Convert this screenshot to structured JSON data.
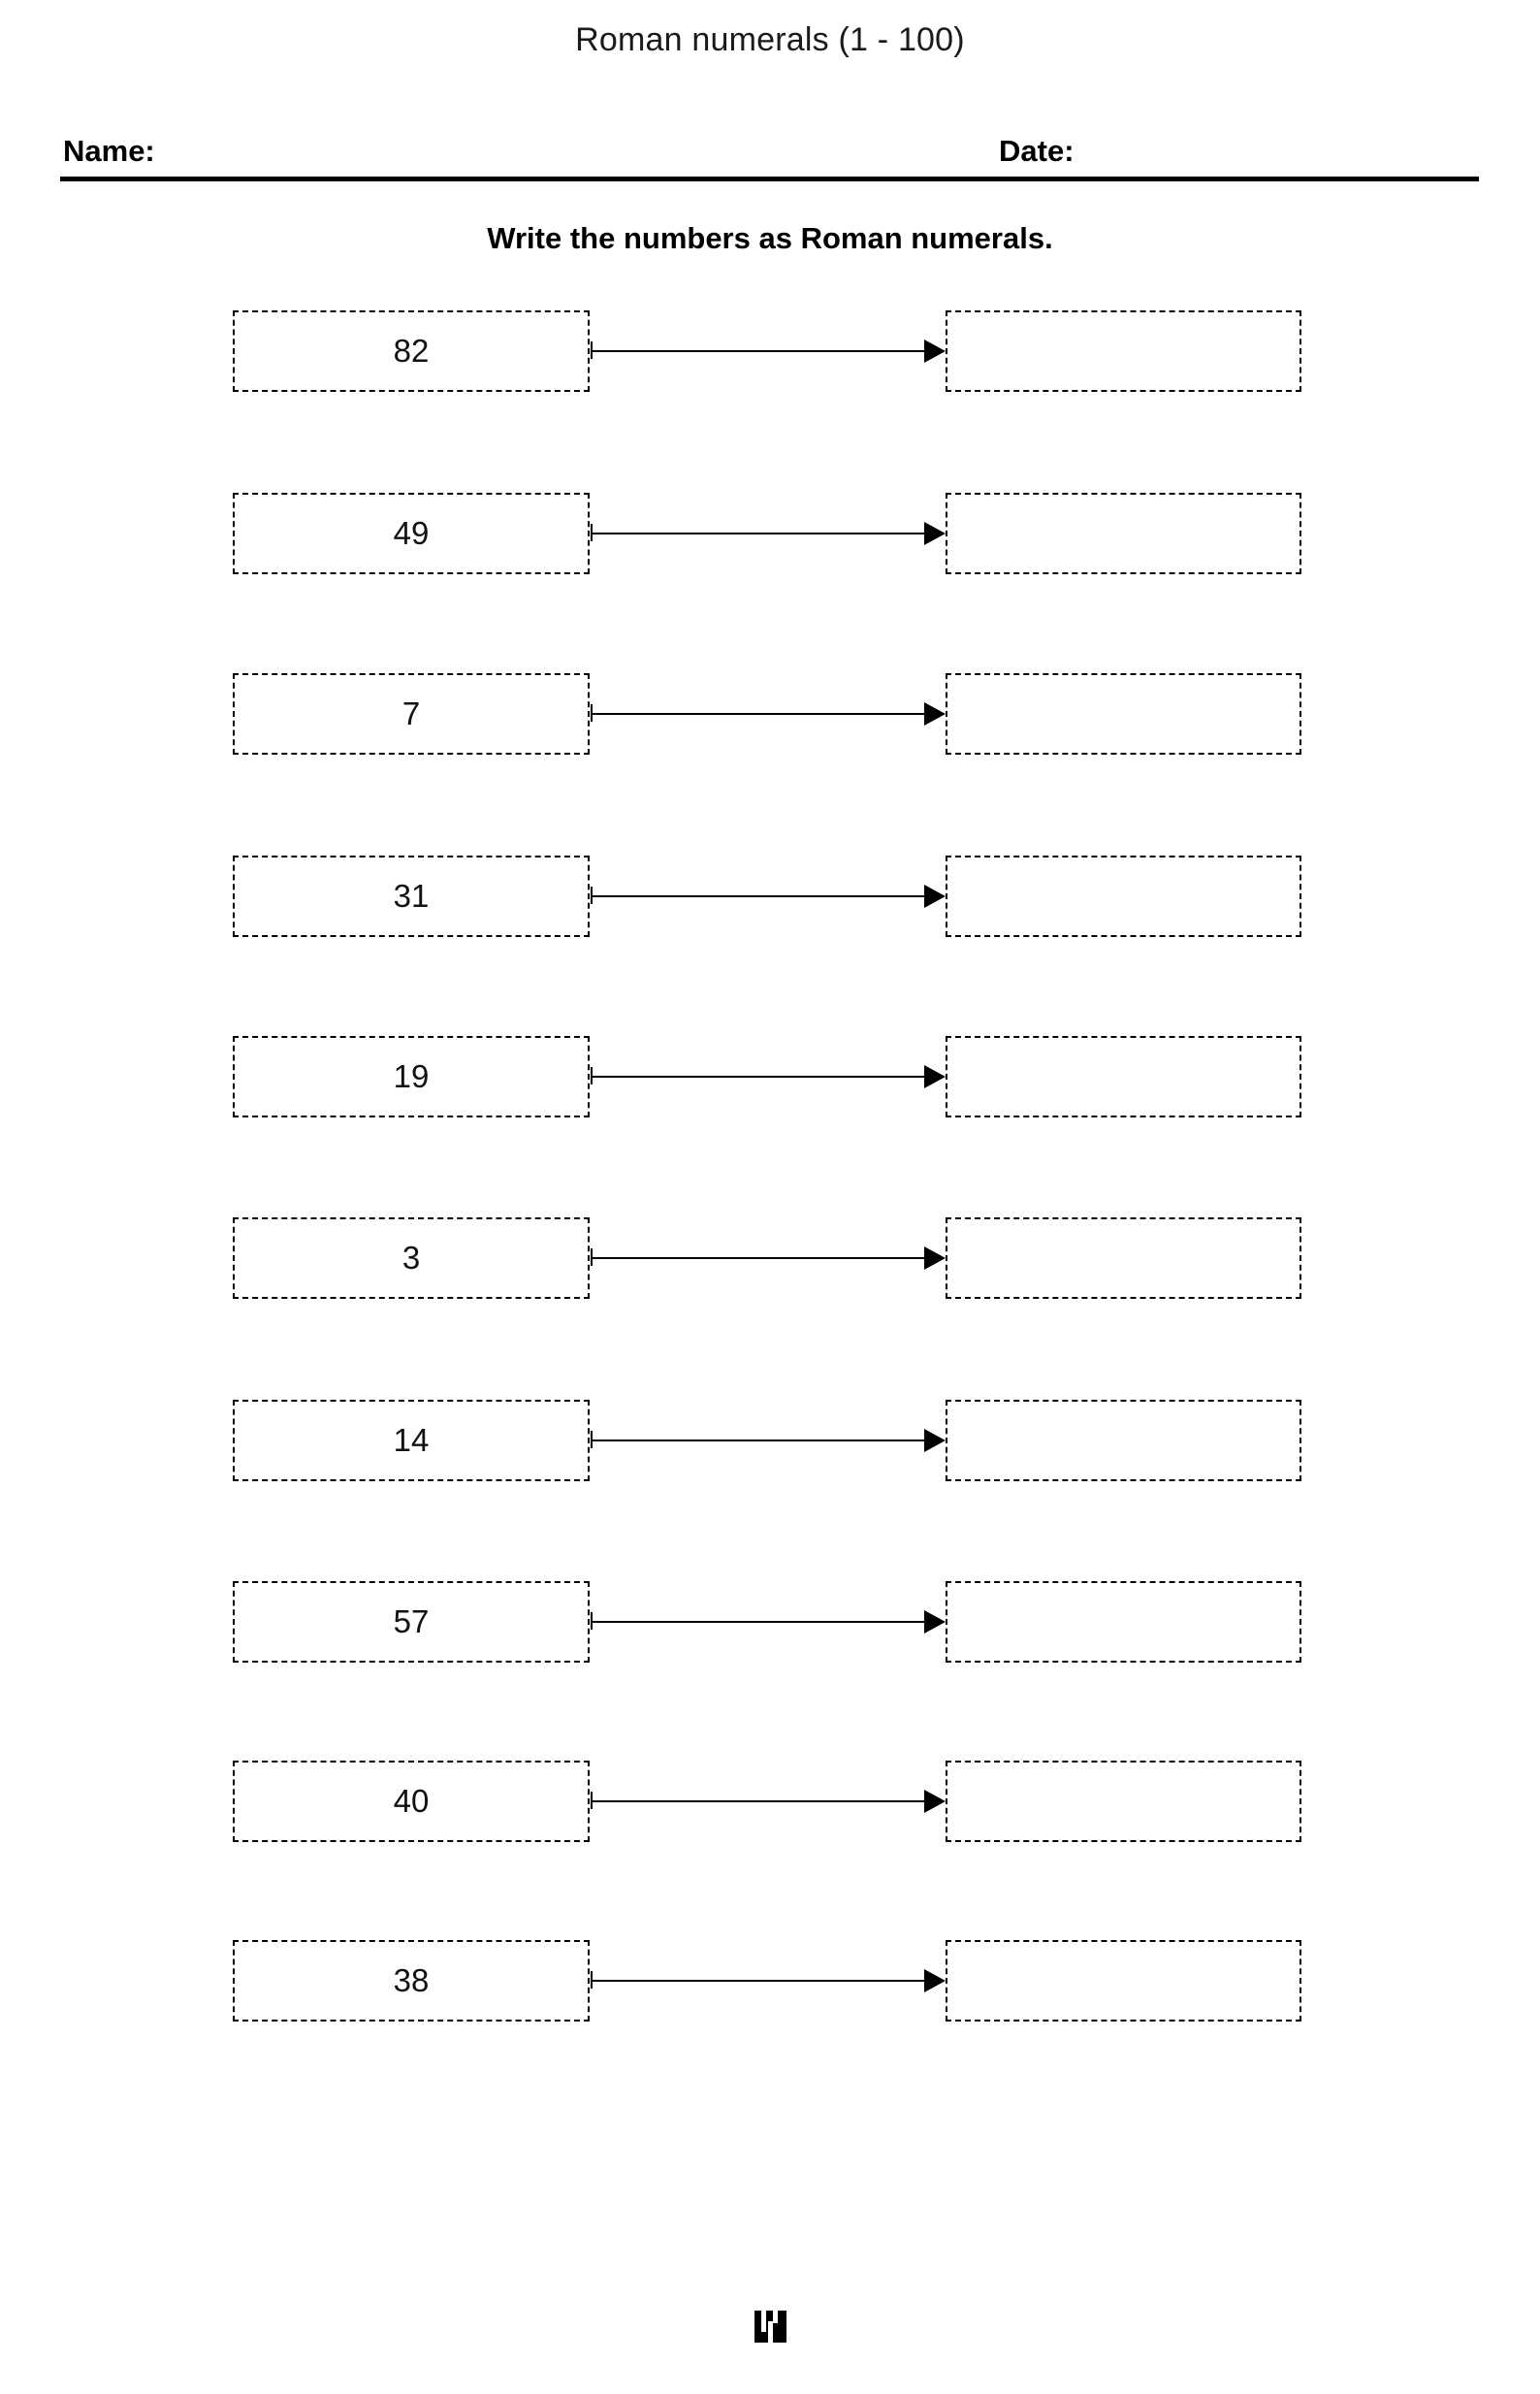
{
  "page": {
    "title": "Roman numerals (1 - 100)",
    "instruction": "Write the numbers as Roman numerals."
  },
  "header": {
    "name_label": "Name:",
    "date_label": "Date:",
    "name_value": "",
    "date_value": ""
  },
  "exercises": [
    {
      "index": 1,
      "number": "82",
      "answer": ""
    },
    {
      "index": 2,
      "number": "49",
      "answer": ""
    },
    {
      "index": 3,
      "number": "7",
      "answer": ""
    },
    {
      "index": 4,
      "number": "31",
      "answer": ""
    },
    {
      "index": 5,
      "number": "19",
      "answer": ""
    },
    {
      "index": 6,
      "number": "3",
      "answer": ""
    },
    {
      "index": 7,
      "number": "14",
      "answer": ""
    },
    {
      "index": 8,
      "number": "57",
      "answer": ""
    },
    {
      "index": 9,
      "number": "40",
      "answer": ""
    },
    {
      "index": 10,
      "number": "38",
      "answer": ""
    }
  ],
  "footer": {
    "logo_name": "publisher-monogram-logo"
  },
  "colors": {
    "ink": "#000000",
    "paper": "#ffffff",
    "number_ink": "#111111"
  },
  "layout": {
    "row_tops": [
      320,
      508,
      694,
      882,
      1068,
      1255,
      1443,
      1630,
      1815,
      2000
    ]
  }
}
